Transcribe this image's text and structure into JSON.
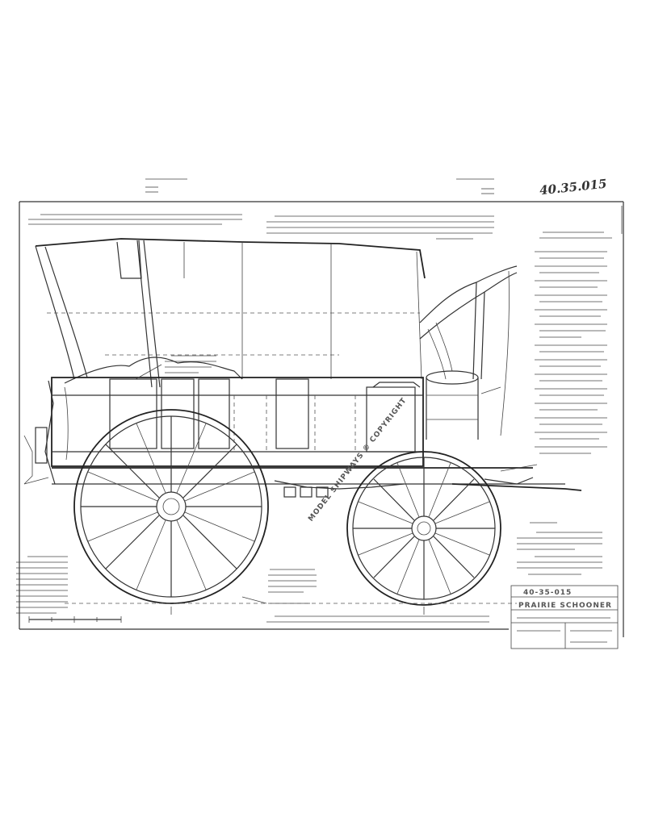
{
  "sheet_number": "40.35.015",
  "sheet_number_handwritten": "40.35.015",
  "title_block": {
    "drawing_number": "40-35-015",
    "title": "PRAIRIE SCHOONER"
  },
  "watermark": "MODEL SHIPWAYS © COPYRIGHT"
}
